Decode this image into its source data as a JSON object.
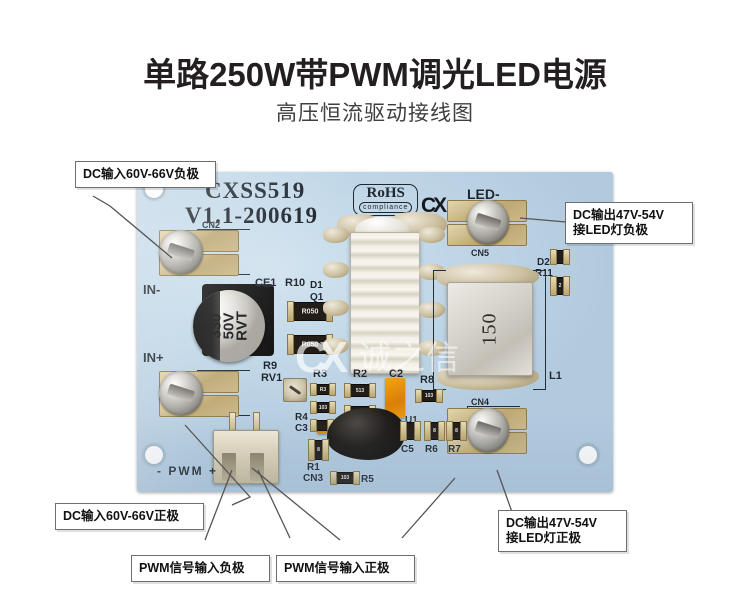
{
  "header": {
    "title": "单路250W带PWM调光LED电源",
    "subtitle": "高压恒流驱动接线图"
  },
  "callouts": [
    {
      "id": "dc-in-negative",
      "text": "DC输入60V-66V负极"
    },
    {
      "id": "dc-out-led-negative",
      "text": "DC输出47V-54V\n接LED灯负极"
    },
    {
      "id": "dc-in-positive",
      "text": "DC输入60V-66V正极"
    },
    {
      "id": "pwm-signal-negative",
      "text": "PWM信号输入负极"
    },
    {
      "id": "pwm-signal-positive",
      "text": "PWM信号输入正极"
    },
    {
      "id": "dc-out-led-positive",
      "text": "DC输出47V-54V\n接LED灯正极"
    }
  ],
  "pcb": {
    "model": "CXSS519",
    "version": "V1.1-200619",
    "rohs_line1": "RoHS",
    "rohs_line2": "compliance",
    "brand_logo": "CX",
    "silkscreen": {
      "cn2": "CN2",
      "cn3": "CN3",
      "cn4": "CN4",
      "cn5": "CN5",
      "in_minus": "IN-",
      "in_plus": "IN+",
      "led_minus": "LED-",
      "pwm_marking": "- PWM +",
      "ce1": "CE1",
      "r10": "R10",
      "r9": "R9",
      "rv1": "RV1",
      "r3": "R3",
      "r4": "R4",
      "c3": "C3",
      "r1": "R1",
      "r5": "R5",
      "r2": "R2",
      "c2": "C2",
      "r8": "R8",
      "c5": "C5",
      "r6": "R6",
      "r7": "R7",
      "d1": "D1",
      "q1": "Q1",
      "d2": "D2",
      "r11": "R11",
      "l1": "L1",
      "u1": "U1"
    },
    "components": {
      "capacitor_value_line1": "330",
      "capacitor_value_line2": "50V",
      "capacitor_value_line3": "RVT",
      "shunt_resistor_1": "R050",
      "shunt_resistor_2": "R050",
      "inductor_value": "150",
      "r3_value": "R3",
      "r4_value": "103",
      "r2_value": "513",
      "r8_value": "103",
      "r1_value": "8",
      "r5_value": "103",
      "r6_value": "8",
      "r7_value": "8",
      "r11_value": "2"
    }
  },
  "watermark": {
    "logo": "CX",
    "text": "诚之信"
  },
  "colors": {
    "board": "#c2d8e8",
    "silkscreen": "#1d2630",
    "callout_border": "#6e6e6e",
    "title": "#231f20",
    "subtitle": "#3f3f3f",
    "background": "#ffffff"
  }
}
